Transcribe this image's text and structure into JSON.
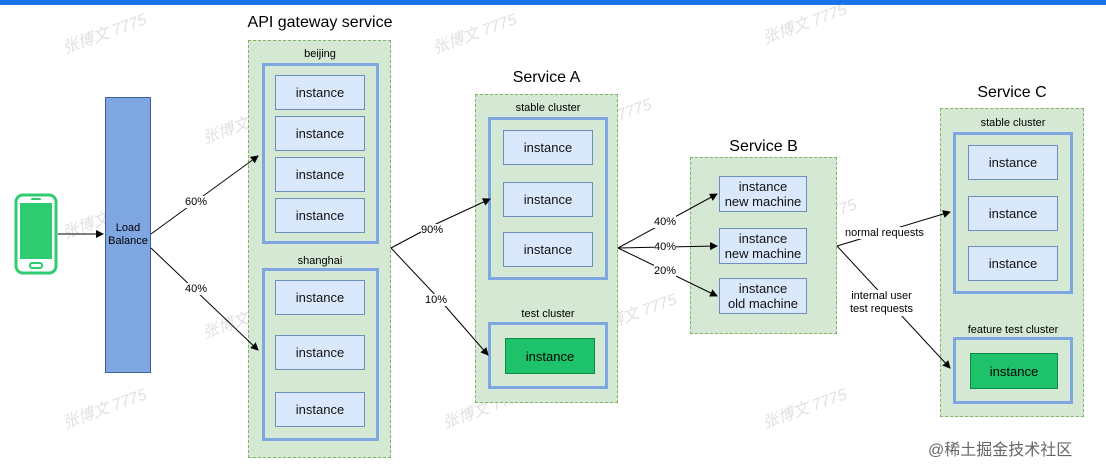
{
  "watermark": "张博文 7775",
  "phone_icon": "smartphone-icon",
  "load_balancer": {
    "label": "Load Balance"
  },
  "gateway": {
    "title": "API gateway service",
    "beijing": {
      "label": "beijing",
      "instances": [
        "instance",
        "instance",
        "instance",
        "instance"
      ]
    },
    "shanghai": {
      "label": "shanghai",
      "instances": [
        "instance",
        "instance",
        "instance"
      ]
    }
  },
  "service_a": {
    "title": "Service A",
    "stable": {
      "label": "stable cluster",
      "instances": [
        "instance",
        "instance",
        "instance"
      ]
    },
    "test": {
      "label": "test cluster",
      "instances": [
        "instance"
      ]
    }
  },
  "service_b": {
    "title": "Service B",
    "instances": [
      "instance\nnew machine",
      "instance\nnew machine",
      "instance\nold machine"
    ]
  },
  "service_c": {
    "title": "Service C",
    "stable": {
      "label": "stable cluster",
      "instances": [
        "instance",
        "instance",
        "instance"
      ]
    },
    "feature": {
      "label": "feature test cluster",
      "instances": [
        "instance"
      ]
    }
  },
  "edge_labels": {
    "lb_to_beijing": "60%",
    "lb_to_shanghai": "40%",
    "gw_to_stable": "90%",
    "gw_to_test": "10%",
    "a_to_b1": "40%",
    "a_to_b2": "40%",
    "a_to_b3": "20%",
    "b_to_c_normal": "normal requests",
    "b_to_c_internal": "internal user\ntest requests"
  },
  "brand": "@稀土掘金技术社区",
  "colors": {
    "group_fill": "#d5e8d4",
    "cluster_border": "#7ea6e0",
    "instance_fill": "#dae8fc",
    "test_instance_fill": "#1ec26a",
    "load_balancer_fill": "#7ea6e0",
    "phone": "#2ecc71"
  }
}
